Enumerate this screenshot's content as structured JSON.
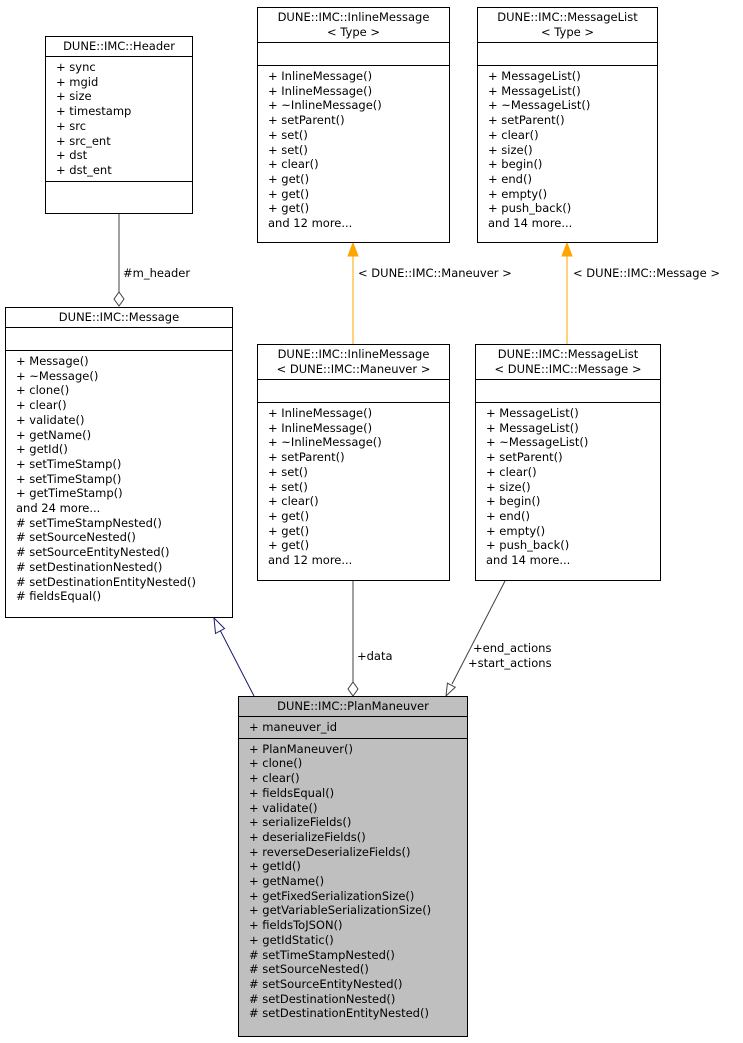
{
  "nodes": {
    "header": {
      "title": [
        "DUNE::IMC::Header"
      ],
      "attributes": [
        "+ sync",
        "+ mgid",
        "+ size",
        "+ timestamp",
        "+ src",
        "+ src_ent",
        "+ dst",
        "+ dst_ent"
      ],
      "methods": []
    },
    "inline_message": {
      "title": [
        "DUNE::IMC::InlineMessage",
        "< Type >"
      ],
      "attributes": [],
      "methods": [
        "+ InlineMessage()",
        "+ InlineMessage()",
        "+ ~InlineMessage()",
        "+ setParent()",
        "+ set()",
        "+ set()",
        "+ clear()",
        "+ get()",
        "+ get()",
        "+ get()",
        "and 12 more..."
      ]
    },
    "message_list": {
      "title": [
        "DUNE::IMC::MessageList",
        "< Type >"
      ],
      "attributes": [],
      "methods": [
        "+ MessageList()",
        "+ MessageList()",
        "+ ~MessageList()",
        "+ setParent()",
        "+ clear()",
        "+ size()",
        "+ begin()",
        "+ end()",
        "+ empty()",
        "+ push_back()",
        "and 14 more..."
      ]
    },
    "message": {
      "title": [
        "DUNE::IMC::Message"
      ],
      "attributes": [],
      "methods": [
        "+ Message()",
        "+ ~Message()",
        "+ clone()",
        "+ clear()",
        "+ validate()",
        "+ getName()",
        "+ getId()",
        "+ setTimeStamp()",
        "+ setTimeStamp()",
        "+ getTimeStamp()",
        "and 24 more...",
        "# setTimeStampNested()",
        "# setSourceNested()",
        "# setSourceEntityNested()",
        "# setDestinationNested()",
        "# setDestinationEntityNested()",
        "# fieldsEqual()"
      ]
    },
    "inline_message_maneuver": {
      "title": [
        "DUNE::IMC::InlineMessage",
        "< DUNE::IMC::Maneuver >"
      ],
      "attributes": [],
      "methods": [
        "+ InlineMessage()",
        "+ InlineMessage()",
        "+ ~InlineMessage()",
        "+ setParent()",
        "+ set()",
        "+ set()",
        "+ clear()",
        "+ get()",
        "+ get()",
        "+ get()",
        "and 12 more..."
      ]
    },
    "message_list_message": {
      "title": [
        "DUNE::IMC::MessageList",
        "< DUNE::IMC::Message >"
      ],
      "attributes": [],
      "methods": [
        "+ MessageList()",
        "+ MessageList()",
        "+ ~MessageList()",
        "+ setParent()",
        "+ clear()",
        "+ size()",
        "+ begin()",
        "+ end()",
        "+ empty()",
        "+ push_back()",
        "and 14 more..."
      ]
    },
    "plan_maneuver": {
      "title": [
        "DUNE::IMC::PlanManeuver"
      ],
      "attributes": [
        "+ maneuver_id"
      ],
      "methods": [
        "+ PlanManeuver()",
        "+ clone()",
        "+ clear()",
        "+ fieldsEqual()",
        "+ validate()",
        "+ serializeFields()",
        "+ deserializeFields()",
        "+ reverseDeserializeFields()",
        "+ getId()",
        "+ getName()",
        "+ getFixedSerializationSize()",
        "+ getVariableSerializationSize()",
        "+ fieldsToJSON()",
        "+ getIdStatic()",
        "# setTimeStampNested()",
        "# setSourceNested()",
        "# setSourceEntityNested()",
        "# setDestinationNested()",
        "# setDestinationEntityNested()"
      ]
    }
  },
  "edge_labels": {
    "m_header": "#m_header",
    "maneuver_template": "< DUNE::IMC::Maneuver >",
    "message_template": "< DUNE::IMC::Message >",
    "data": "+data",
    "end_actions": "+end_actions",
    "start_actions": "+start_actions"
  },
  "colors": {
    "inheritance": "#191970",
    "template": "#ffa500",
    "composition": "#404040",
    "focus_fill": "#bfbfbf"
  }
}
